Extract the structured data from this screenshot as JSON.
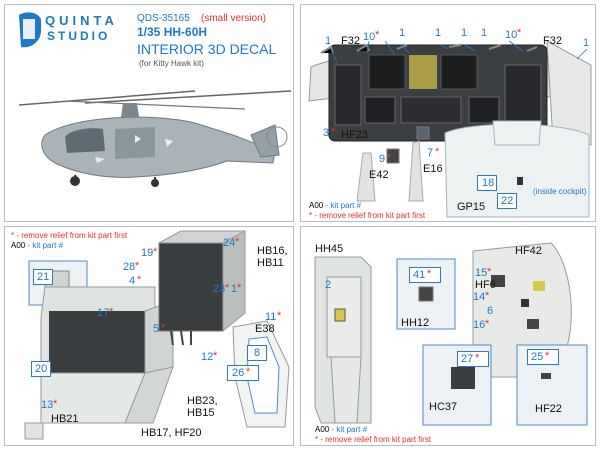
{
  "brand": {
    "top": "QUINTA",
    "bottom": "STUDIO"
  },
  "product": {
    "code_prefix": "QDS",
    "code_number": "-35165",
    "variant": "(small version)",
    "scale_model": "1/35 HH-60H",
    "title": "INTERIOR 3D DECAL",
    "kit_note": "(for Kitty Hawk kit)"
  },
  "legend": {
    "kit_code": "A00",
    "kit_text": "- kit part #",
    "star": "*",
    "relief_text": "- remove relief from kit part first"
  },
  "panel_tr": {
    "numbers": [
      "1",
      "10",
      "1",
      "1",
      "1",
      "1",
      "10",
      "1"
    ],
    "labels": {
      "f32_left": "F32",
      "f32_right": "F32",
      "hf23": "HF23",
      "n3": "3",
      "n9": "9",
      "n7": "7",
      "e42": "E42",
      "e16": "E16",
      "gp15": "GP15",
      "n18": "18",
      "n22": "22",
      "inside": "(inside cockpit)"
    }
  },
  "panel_bl": {
    "labels": {
      "n24": "24",
      "n19": "19",
      "n28": "28",
      "n4": "4",
      "n23": "23",
      "n1": "1",
      "n5": "5",
      "n11": "11",
      "n12": "12",
      "n8": "8",
      "n26": "26",
      "n21": "21",
      "n17": "17",
      "n20": "20",
      "n13": "13",
      "hb16": "HB16,",
      "hb11": "HB11",
      "e38": "E38",
      "hb23": "HB23,",
      "hb15": "HB15",
      "hb21": "HB21",
      "hb17": "HB17, HF20"
    }
  },
  "panel_br": {
    "labels": {
      "hh45": "HH45",
      "n2": "2",
      "n41": "41",
      "hh12": "HH12",
      "hf42": "HF42",
      "n15": "15",
      "hf6": "HF6",
      "n14": "14",
      "n6": "6",
      "n16": "16",
      "n27": "27",
      "hc37": "HC37",
      "n25": "25",
      "hf22": "HF22"
    }
  },
  "colors": {
    "accent_blue": "#1f78c8",
    "accent_red": "#e0322d",
    "panel_border": "#b9bdc2",
    "part_gray": "#dfe4e1"
  }
}
